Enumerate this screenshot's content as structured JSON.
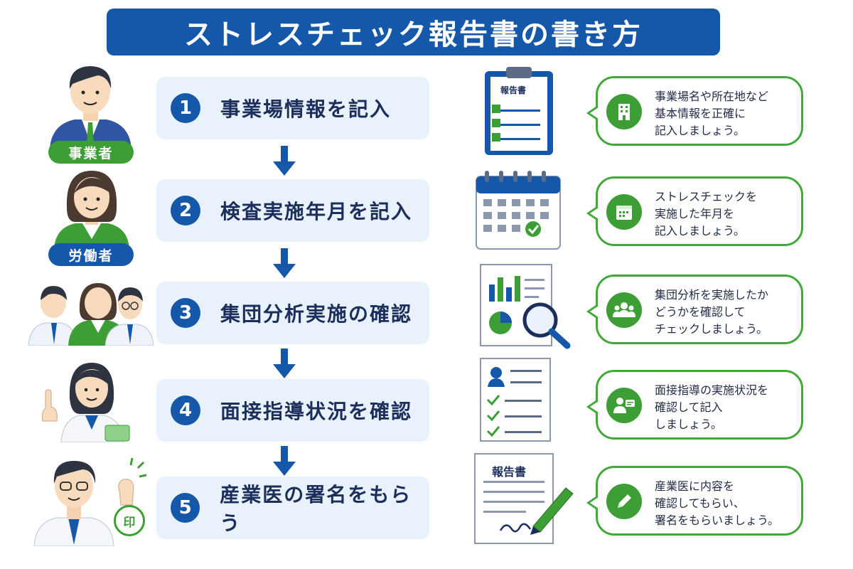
{
  "title": "ストレスチェック報告書の書き方",
  "roles": {
    "employer": "事業者",
    "worker": "労働者",
    "seal": "印"
  },
  "steps": [
    {
      "num": "1",
      "label": "事業場情報を記入"
    },
    {
      "num": "2",
      "label": "検査実施年月を記入"
    },
    {
      "num": "3",
      "label": "集団分析実施の確認"
    },
    {
      "num": "4",
      "label": "面接指導状況を確認"
    },
    {
      "num": "5",
      "label": "産業医の署名をもらう"
    }
  ],
  "doc_labels": {
    "clipboard": "報告書",
    "report": "報告書"
  },
  "notes": [
    {
      "icon": "building-icon",
      "text": "事業場名や所在地など\n基本情報を正確に\n記入しましょう。"
    },
    {
      "icon": "calendar-icon",
      "text": "ストレスチェックを\n実施した年月を\n記入しましょう。"
    },
    {
      "icon": "group-icon",
      "text": "集団分析を実施したか\nどうかを確認して\nチェックしましょう。"
    },
    {
      "icon": "interview-icon",
      "text": "面接指導の実施状況を\n確認して記入\nしましょう。"
    },
    {
      "icon": "pen-icon",
      "text": "産業医に内容を\n確認してもらい、\n署名をもらいましょう。"
    }
  ],
  "colors": {
    "primary_blue": "#1557a8",
    "step_bg": "#e9f1fb",
    "accent_green": "#43a83a"
  }
}
